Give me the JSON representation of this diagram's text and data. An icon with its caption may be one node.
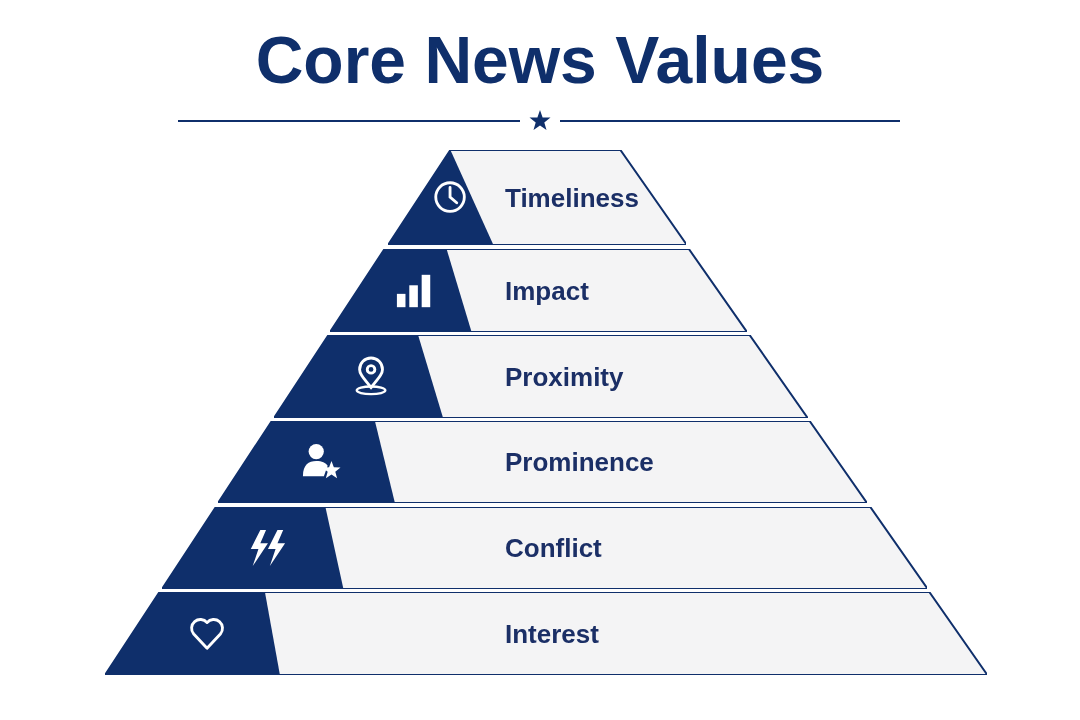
{
  "diagram": {
    "title": "Core News Values",
    "nodes": [
      {
        "text": [
          "Timeliness"
        ]
      },
      {
        "text": [
          "Impact"
        ]
      },
      {
        "text": [
          "Proximity"
        ]
      },
      {
        "text": [
          "Prominence"
        ]
      },
      {
        "text": [
          "Conflict"
        ]
      },
      {
        "text": [
          "Interest"
        ]
      }
    ],
    "edges": []
  }
}
